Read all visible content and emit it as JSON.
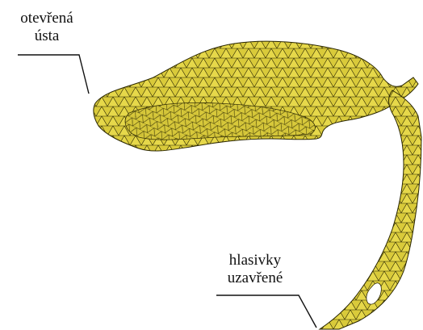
{
  "labels": {
    "mouth": {
      "line1": "otevřená",
      "line2": "ústa"
    },
    "glottis": {
      "line1": "hlasivky",
      "line2": "uzavřené"
    }
  },
  "colors": {
    "mesh_fill": "#e6d84a",
    "mesh_shade": "#c9b92c",
    "mesh_edge": "#2a2600",
    "leader": "#111111",
    "background": "#ffffff"
  }
}
